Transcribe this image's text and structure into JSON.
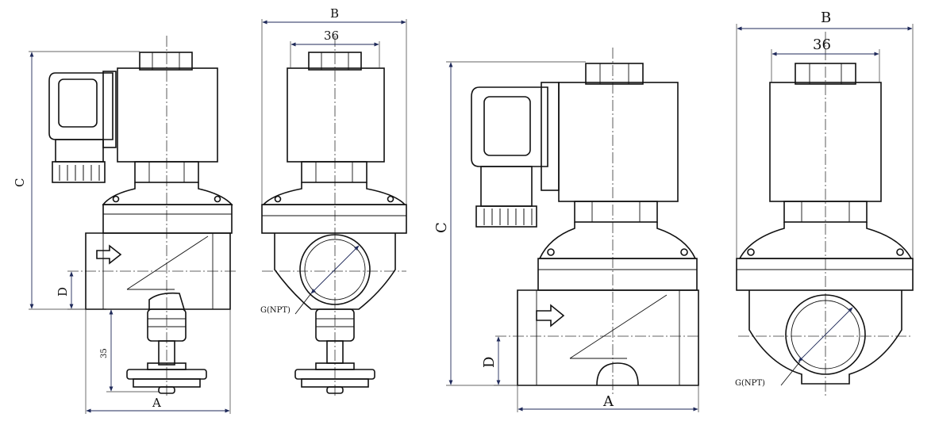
{
  "views": [
    {
      "id": "view1-side",
      "labels": {
        "width": "A",
        "height": "C",
        "port": "D",
        "stem": "35"
      }
    },
    {
      "id": "view2-front",
      "labels": {
        "width": "B",
        "coil": "36",
        "thread": "G(NPT)"
      }
    },
    {
      "id": "view3-side",
      "labels": {
        "width": "A",
        "height": "C",
        "port": "D"
      }
    },
    {
      "id": "view4-front",
      "labels": {
        "width": "B",
        "coil": "36",
        "thread": "G(NPT)"
      }
    }
  ],
  "colors": {
    "line": "#111111",
    "dimension": "#1f2a5a",
    "background": "#ffffff"
  },
  "icons": {
    "flow": "flow-arrow-icon"
  }
}
